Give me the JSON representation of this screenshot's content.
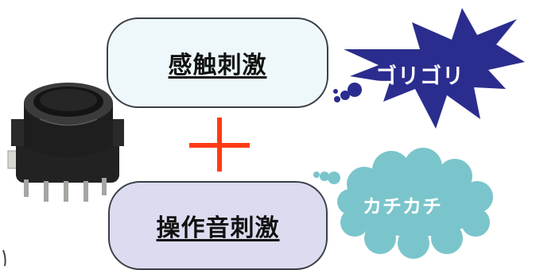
{
  "sensation": {
    "title": "感触刺激",
    "effect": "ゴリゴリ"
  },
  "sound": {
    "title": "操作音刺激",
    "effect": "カチカチ"
  },
  "colors": {
    "plus": "#ff3b16",
    "starburst_fill": "#2b2d8e",
    "cloud_fill": "#7ac5cb",
    "top_box_fill": "#eef8fb",
    "bottom_box_fill": "#dcdcf0"
  },
  "icons": [
    "rotary-encoder-image",
    "plus-icon",
    "starburst-bubble",
    "thought-cloud-bubble"
  ]
}
